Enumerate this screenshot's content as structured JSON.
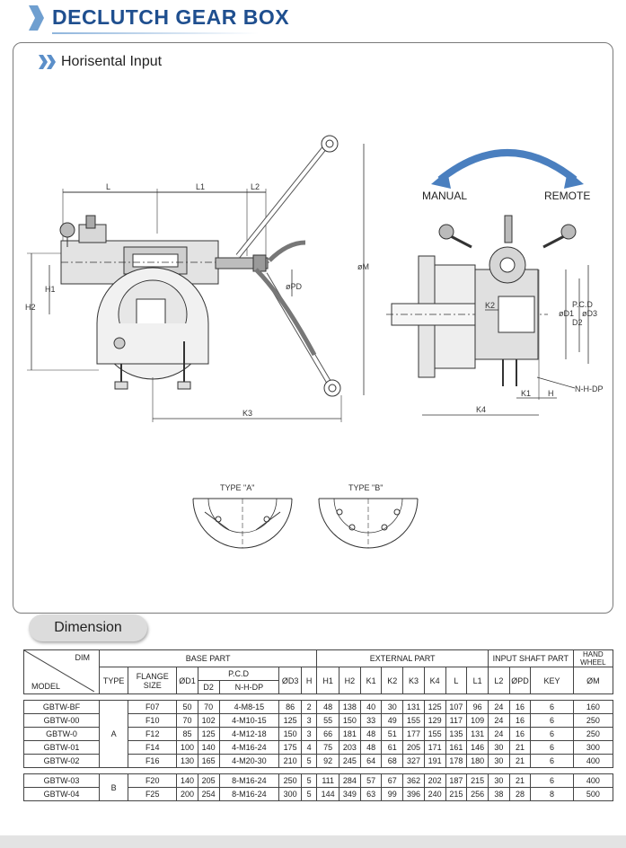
{
  "header": {
    "title": "DECLUTCH GEAR BOX"
  },
  "section": {
    "subtitle": "Horisental Input"
  },
  "drawing": {
    "side_view_labels": {
      "L": "L",
      "L1": "L1",
      "L2": "L2",
      "H1": "H1",
      "H2": "H2",
      "PD": "øPD",
      "M": "øM",
      "K3": "K3"
    },
    "end_view_labels": {
      "manual": "MANUAL",
      "remote": "REMOTE",
      "K2": "K2",
      "D1": "øD1",
      "PCD": "P.C.D",
      "D2": "D2",
      "D3": "øD3",
      "K1": "K1",
      "H": "H",
      "NHDP": "N-H-DP",
      "K4": "K4"
    },
    "type_a_label": "TYPE \"A\"",
    "type_b_label": "TYPE \"B\""
  },
  "dimension": {
    "heading": "Dimension",
    "corner": {
      "dim": "DIM",
      "model": "MODEL"
    },
    "groups": {
      "base": "BASE PART",
      "external": "EXTERNAL PART",
      "input": "INPUT SHAFT PART",
      "hand_wheel": "HAND WHEEL"
    },
    "cols": {
      "type": "TYPE",
      "flange": "FLANGE SIZE",
      "d1": "ØD1",
      "pcd": "P.C.D",
      "d2": "D2",
      "nhdp": "N-H-DP",
      "d3": "ØD3",
      "h": "H",
      "h1": "H1",
      "h2": "H2",
      "k1": "K1",
      "k2": "K2",
      "k3": "K3",
      "k4": "K4",
      "l": "L",
      "l1": "L1",
      "l2": "L2",
      "pd": "ØPD",
      "key": "KEY",
      "m": "ØM"
    },
    "type_a": "A",
    "type_b": "B",
    "rows": [
      [
        "GBTW-BF",
        "F07",
        "50",
        "70",
        "4-M8-15",
        "86",
        "2",
        "48",
        "138",
        "40",
        "30",
        "131",
        "125",
        "107",
        "96",
        "24",
        "16",
        "6",
        "160"
      ],
      [
        "GBTW-00",
        "F10",
        "70",
        "102",
        "4-M10-15",
        "125",
        "3",
        "55",
        "150",
        "33",
        "49",
        "155",
        "129",
        "117",
        "109",
        "24",
        "16",
        "6",
        "250"
      ],
      [
        "GBTW-0",
        "F12",
        "85",
        "125",
        "4-M12-18",
        "150",
        "3",
        "66",
        "181",
        "48",
        "51",
        "177",
        "155",
        "135",
        "131",
        "24",
        "16",
        "6",
        "250"
      ],
      [
        "GBTW-01",
        "F14",
        "100",
        "140",
        "4-M16-24",
        "175",
        "4",
        "75",
        "203",
        "48",
        "61",
        "205",
        "171",
        "161",
        "146",
        "30",
        "21",
        "6",
        "300"
      ],
      [
        "GBTW-02",
        "F16",
        "130",
        "165",
        "4-M20-30",
        "210",
        "5",
        "92",
        "245",
        "64",
        "68",
        "327",
        "191",
        "178",
        "180",
        "30",
        "21",
        "6",
        "400"
      ],
      [
        "GBTW-03",
        "F20",
        "140",
        "205",
        "8-M16-24",
        "250",
        "5",
        "111",
        "284",
        "57",
        "67",
        "362",
        "202",
        "187",
        "215",
        "30",
        "21",
        "6",
        "400"
      ],
      [
        "GBTW-04",
        "F25",
        "200",
        "254",
        "8-M16-24",
        "300",
        "5",
        "144",
        "349",
        "63",
        "99",
        "396",
        "240",
        "215",
        "256",
        "38",
        "28",
        "8",
        "500"
      ]
    ]
  }
}
